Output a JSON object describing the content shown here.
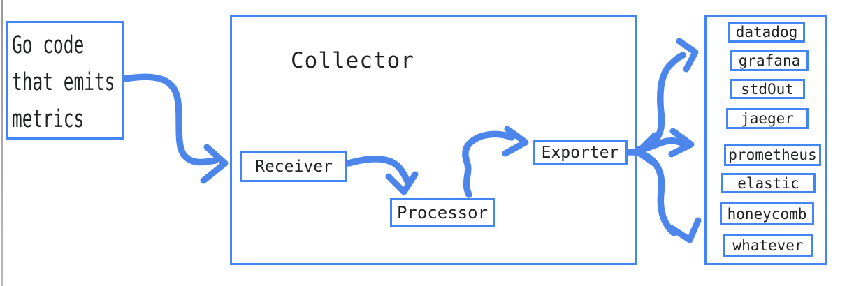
{
  "palette": {
    "box_border": "#4285f4",
    "arrow_blue": "#4c86ea",
    "text": "#202124",
    "window_edge": "#a8a8a8"
  },
  "source_box": {
    "line1": "Go code",
    "line2": "that emits",
    "line3": "metrics"
  },
  "collector": {
    "title": "Collector",
    "stages": {
      "receiver": "Receiver",
      "processor": "Processor",
      "exporter": "Exporter"
    }
  },
  "destinations": {
    "items": [
      "datadog",
      "grafana",
      "stdOut",
      "jaeger",
      "prometheus",
      "elastic",
      "honeycomb",
      "whatever"
    ]
  }
}
